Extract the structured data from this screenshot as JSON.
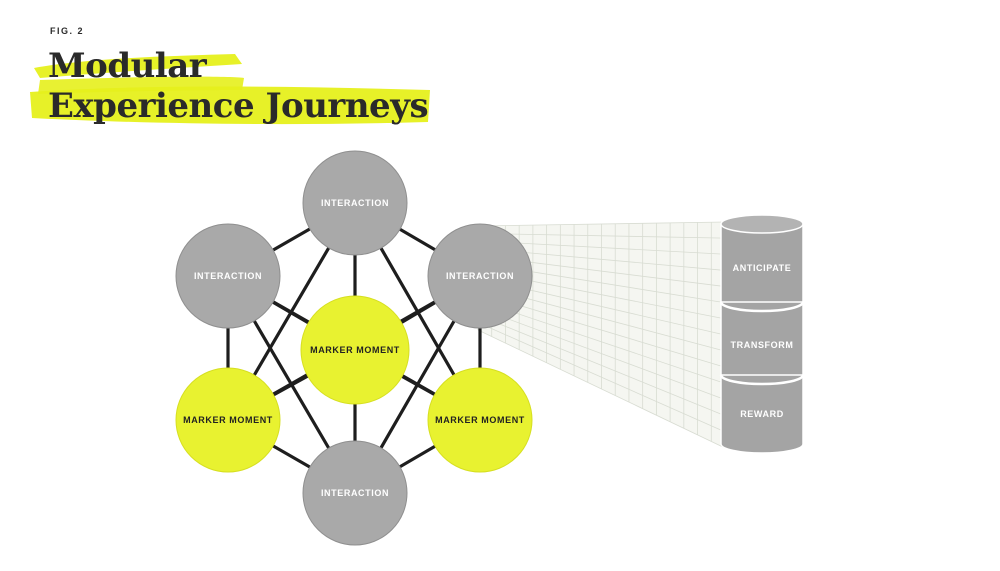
{
  "figure": {
    "label": "FIG. 2",
    "title_line1": "Modular",
    "title_line2": "Experience Journeys"
  },
  "nodes": [
    {
      "id": "top",
      "label": "INTERACTION",
      "kind": "interaction"
    },
    {
      "id": "upper-left",
      "label": "INTERACTION",
      "kind": "interaction"
    },
    {
      "id": "upper-right",
      "label": "INTERACTION",
      "kind": "interaction"
    },
    {
      "id": "center",
      "label": "MARKER MOMENT",
      "kind": "marker"
    },
    {
      "id": "lower-left",
      "label": "MARKER MOMENT",
      "kind": "marker"
    },
    {
      "id": "lower-right",
      "label": "MARKER MOMENT",
      "kind": "marker"
    },
    {
      "id": "bottom",
      "label": "INTERACTION",
      "kind": "interaction"
    }
  ],
  "stack": [
    {
      "label": "ANTICIPATE"
    },
    {
      "label": "TRANSFORM"
    },
    {
      "label": "REWARD"
    }
  ],
  "colors": {
    "highlight": "#e6f01c",
    "interaction": "#a9a9a9",
    "marker": "#e8f230",
    "line": "#1e1e1e",
    "cylinder": "#a4a4a4",
    "grid_line": "#d8dcd2",
    "grid_fill": "#f5f6f1"
  }
}
